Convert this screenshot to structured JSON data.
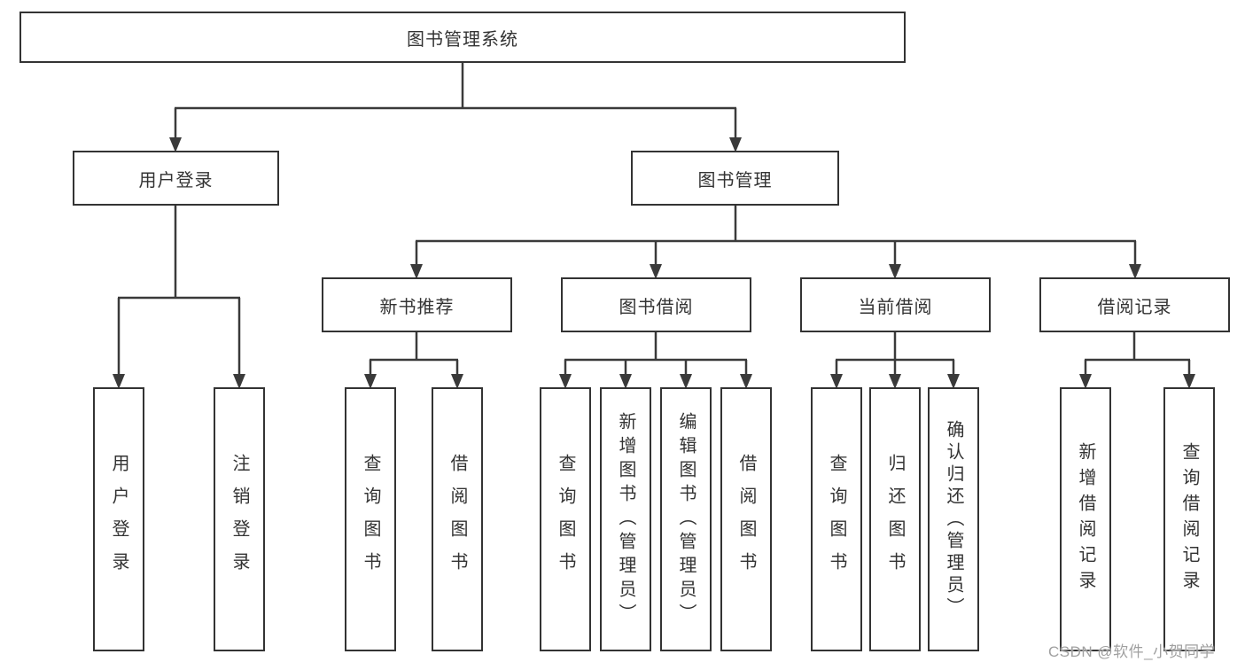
{
  "colors": {
    "line": "#3a3a3a",
    "border": "#333333",
    "text": "#333333",
    "box_fill": "#ffffff",
    "background": "#ffffff",
    "watermark": "#a0a0a0"
  },
  "watermark": {
    "text": "CSDN @软件_小贺同学"
  },
  "diagram": {
    "type": "hierarchy-tree",
    "root": {
      "label": "图书管理系统"
    },
    "branches": [
      {
        "label": "用户登录",
        "children": [
          {
            "label": "用户登录"
          },
          {
            "label": "注销登录"
          }
        ]
      },
      {
        "label": "图书管理",
        "children": [
          {
            "label": "新书推荐",
            "children": [
              {
                "label": "查询图书"
              },
              {
                "label": "借阅图书"
              }
            ]
          },
          {
            "label": "图书借阅",
            "children": [
              {
                "label": "查询图书"
              },
              {
                "label": "新增图书（管理员）"
              },
              {
                "label": "编辑图书（管理员）"
              },
              {
                "label": "借阅图书"
              }
            ]
          },
          {
            "label": "当前借阅",
            "children": [
              {
                "label": "查询图书"
              },
              {
                "label": "归还图书"
              },
              {
                "label": "确认归还（管理员）"
              }
            ]
          },
          {
            "label": "借阅记录",
            "children": [
              {
                "label": "新增借阅记录"
              },
              {
                "label": "查询借阅记录"
              }
            ]
          }
        ]
      }
    ]
  }
}
